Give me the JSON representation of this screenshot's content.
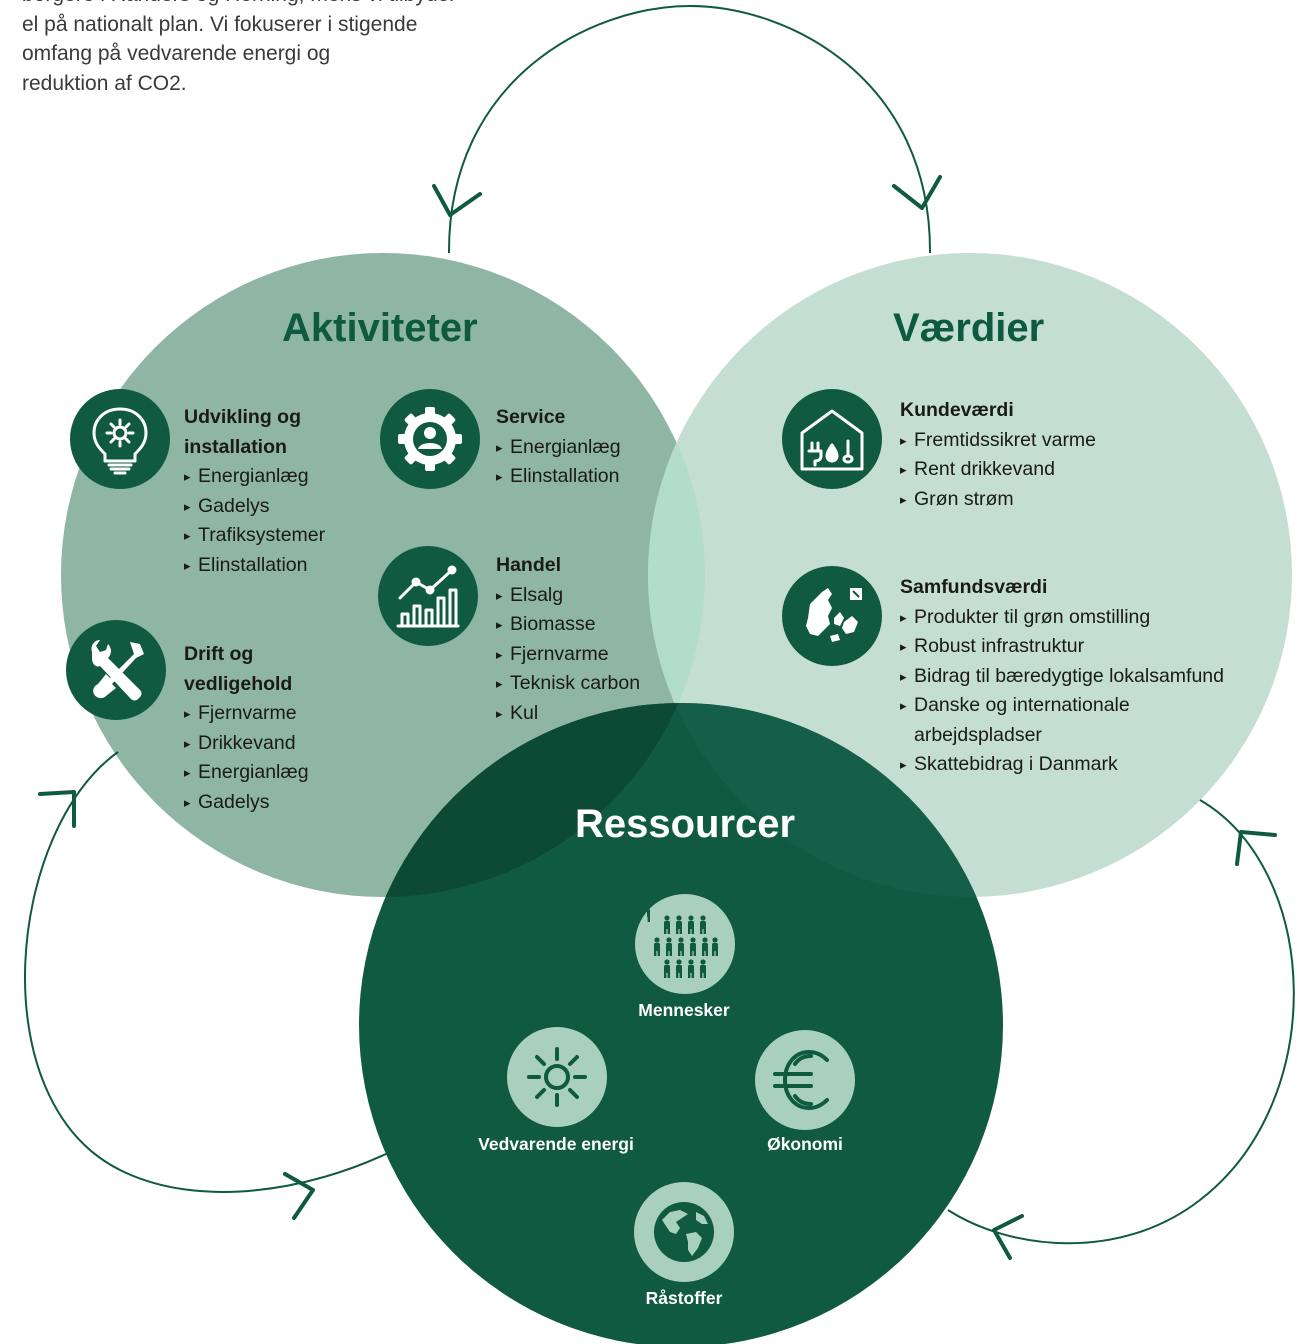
{
  "intro_lines": [
    "borgere i Randers og Herning, mens vi tilbyder",
    "el på nationalt plan. Vi fokuserer i stigende",
    "omfang på vedvarende energi og",
    "reduktion af CO2."
  ],
  "aktiviteter": {
    "title": "Aktiviteter",
    "udvikling": {
      "title_line1": "Udvikling og",
      "title_line2": "installation",
      "items": [
        "Energianlæg",
        "Gadelys",
        "Trafiksystemer",
        "Elinstallation"
      ],
      "icon": "lightbulb-gear-icon"
    },
    "drift": {
      "title_line1": "Drift og",
      "title_line2": "vedligehold",
      "items": [
        "Fjernvarme",
        "Drikkevand",
        "Energianlæg",
        "Gadelys"
      ],
      "icon": "wrench-screwdriver-icon"
    },
    "service": {
      "title": "Service",
      "items": [
        "Energianlæg",
        "Elinstallation"
      ],
      "icon": "gear-person-icon"
    },
    "handel": {
      "title": "Handel",
      "items": [
        "Elsalg",
        "Biomasse",
        "Fjernvarme",
        "Teknisk carbon",
        "Kul"
      ],
      "icon": "growth-chart-icon"
    }
  },
  "vaerdier": {
    "title": "Værdier",
    "kundevaerdi": {
      "title": "Kundeværdi",
      "items": [
        "Fremtidssikret varme",
        "Rent drikkevand",
        "Grøn strøm"
      ],
      "icon": "house-utilities-icon"
    },
    "samfundsvaerdi": {
      "title": "Samfundsværdi",
      "items": [
        "Produkter til grøn omstilling",
        "Robust infrastruktur",
        "Bidrag til bæredygtige lokalsamfund",
        "Danske og internationale arbejdspladser",
        "Skattebidrag i Danmark"
      ],
      "icon": "denmark-map-icon"
    }
  },
  "ressourcer": {
    "title": "Ressourcer",
    "mennesker": {
      "label": "Mennesker",
      "icon": "people-icon"
    },
    "energi": {
      "label": "Vedvarende energi",
      "icon": "sun-icon"
    },
    "okonomi": {
      "label": "Økonomi",
      "icon": "euro-icon"
    },
    "rastoffer": {
      "label": "Råstoffer",
      "icon": "globe-icon"
    }
  },
  "colors": {
    "aktiviteter_circle": "#8fb5a5",
    "vaerdier_circle": "#c4ded3",
    "ressourcer_circle": "#0f5a41",
    "overlap_top": "#b2dccb",
    "overlap_left": "#0c4a35",
    "overlap_right": "#155e47",
    "dark_green": "#0f5a41",
    "light_icon_bg": "#a9cfbf"
  }
}
